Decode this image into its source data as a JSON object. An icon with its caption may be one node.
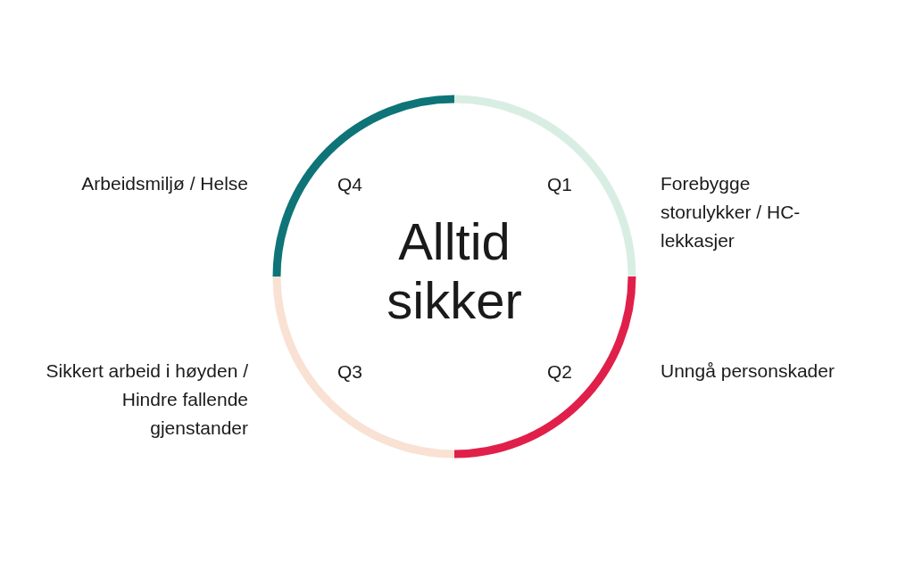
{
  "diagram": {
    "nodes": [
      {
        "text": [
          "Q4"
        ],
        "beside": [
          "Arbeidsmiljø / Helse"
        ]
      },
      {
        "text": [
          "Q1"
        ],
        "beside": [
          "Forebygge storulykker / HC-lekkasjer"
        ]
      },
      {
        "text": [
          "Alltid sikker"
        ]
      },
      {
        "text": [
          "Q3"
        ],
        "beside": [
          "Sikkert arbeid i høyden / Hindre fallende gjenstander"
        ]
      },
      {
        "text": [
          "Q2"
        ],
        "beside": [
          "Unngå personskader"
        ]
      }
    ],
    "edges": []
  }
}
